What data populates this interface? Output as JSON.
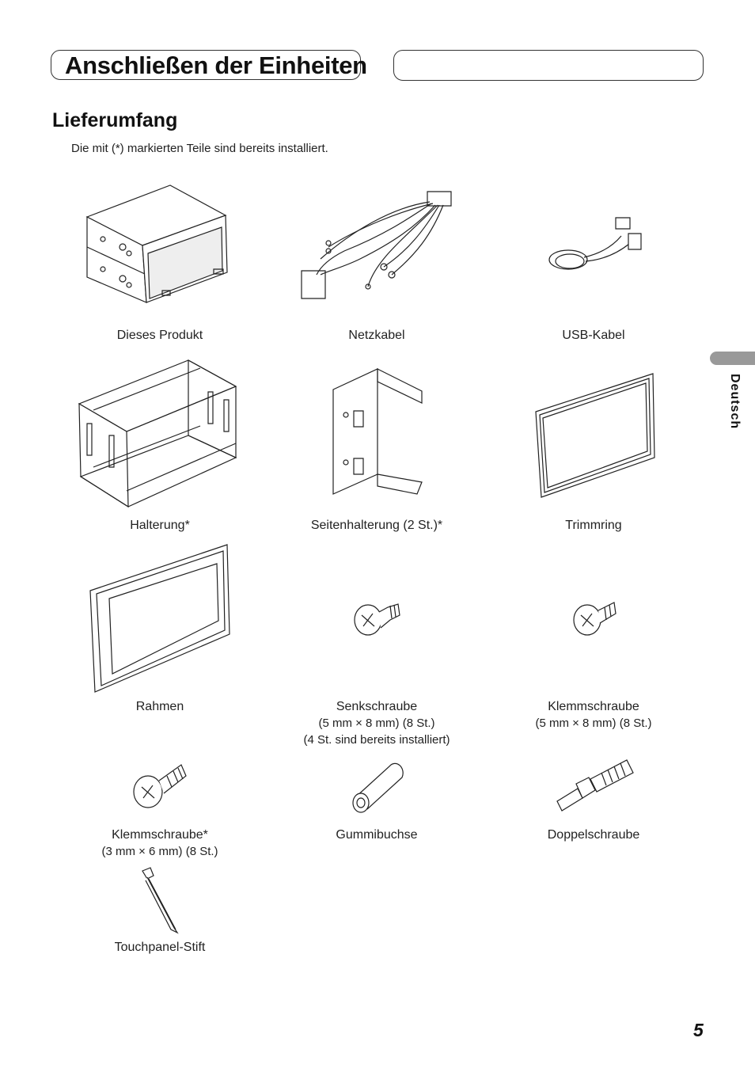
{
  "header": {
    "title": "Anschließen der Einheiten"
  },
  "section": {
    "heading": "Lieferumfang",
    "intro": "Die mit (*) markierten Teile sind bereits installiert."
  },
  "side_tab": {
    "label": "Deutsch"
  },
  "page_number": "5",
  "items": [
    {
      "name": "Dieses Produkt",
      "detail1": "",
      "detail2": ""
    },
    {
      "name": "Netzkabel",
      "detail1": "",
      "detail2": ""
    },
    {
      "name": "USB-Kabel",
      "detail1": "",
      "detail2": ""
    },
    {
      "name": "Halterung*",
      "detail1": "",
      "detail2": ""
    },
    {
      "name": "Seitenhalterung (2 St.)*",
      "detail1": "",
      "detail2": ""
    },
    {
      "name": "Trimmring",
      "detail1": "",
      "detail2": ""
    },
    {
      "name": "Rahmen",
      "detail1": "",
      "detail2": ""
    },
    {
      "name": "Senkschraube",
      "detail1": "(5 mm × 8 mm) (8 St.)",
      "detail2": "(4 St. sind bereits installiert)"
    },
    {
      "name": "Klemmschraube",
      "detail1": "(5 mm × 8 mm) (8 St.)",
      "detail2": ""
    },
    {
      "name": "Klemmschraube*",
      "detail1": "(3 mm × 6 mm) (8 St.)",
      "detail2": ""
    },
    {
      "name": "Gummibuchse",
      "detail1": "",
      "detail2": ""
    },
    {
      "name": "Doppelschraube",
      "detail1": "",
      "detail2": ""
    },
    {
      "name": "Touchpanel-Stift",
      "detail1": "",
      "detail2": ""
    }
  ]
}
